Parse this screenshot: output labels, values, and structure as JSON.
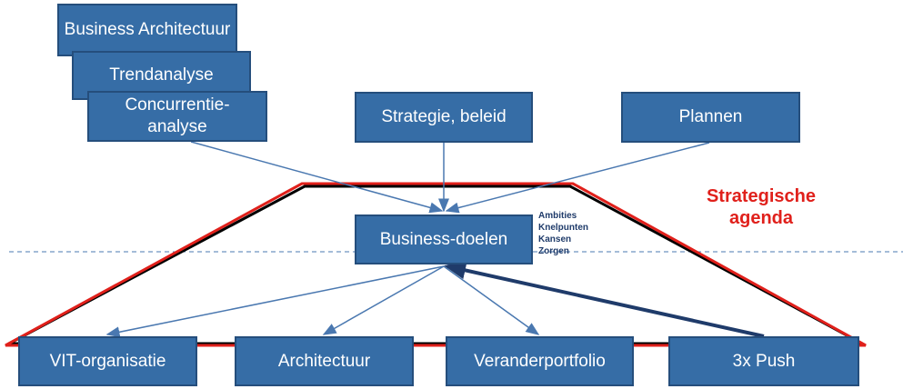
{
  "top_stack": [
    "Business Architectuur",
    "Trendanalyse",
    "Concurrentie-analyse"
  ],
  "inputs": {
    "strategie": "Strategie, beleid",
    "plannen": "Plannen"
  },
  "center": {
    "label": "Business-doelen",
    "notes": [
      "Ambities",
      "Knelpunten",
      "Kansen",
      "Zorgen"
    ]
  },
  "agenda_label": [
    "Strategische",
    "agenda"
  ],
  "bottom": [
    "VIT-organisatie",
    "Architectuur",
    "Veranderportfolio",
    "3x Push"
  ],
  "colors": {
    "box": "#366da6",
    "accent": "#e0201b"
  }
}
